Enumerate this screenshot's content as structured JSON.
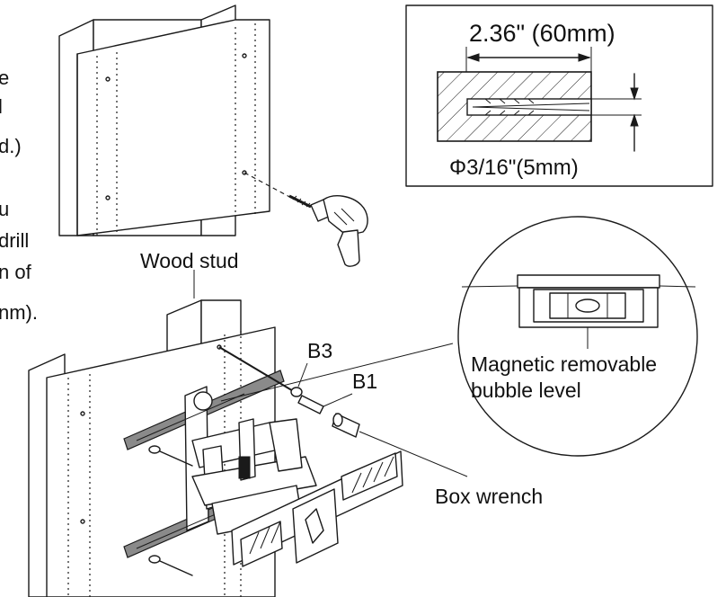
{
  "left_text_fragments": [
    "e",
    "l",
    "d.)",
    "u",
    "drill",
    "n of",
    "nm)."
  ],
  "detail": {
    "depth_label": "2.36\" (60mm)",
    "diameter_label": "Φ3/16\"(5mm)"
  },
  "labels": {
    "wood_stud": "Wood stud",
    "b3": "B3",
    "b1": "B1",
    "box_wrench": "Box wrench",
    "level_line1": "Magnetic removable",
    "level_line2": "bubble level"
  }
}
